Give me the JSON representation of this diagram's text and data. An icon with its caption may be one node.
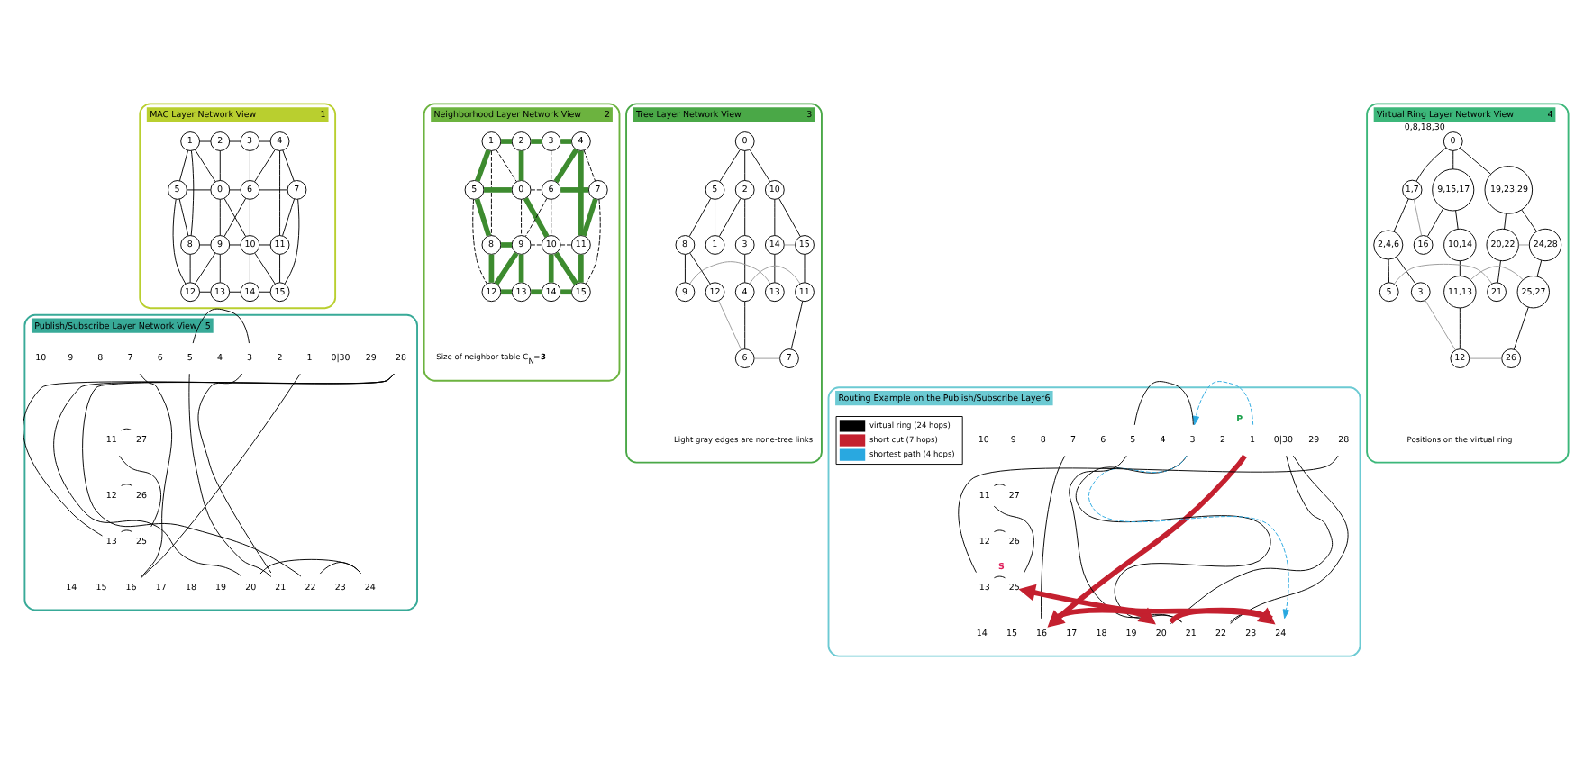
{
  "diagram": {
    "nodes": [
      {
        "text": [
          "MAC Layer Network View",
          "1"
        ]
      },
      {
        "text": [
          "0"
        ],
        "in": 0
      },
      {
        "text": [
          "1"
        ],
        "in": 0
      },
      {
        "text": [
          "2"
        ],
        "in": 0
      },
      {
        "text": [
          "3"
        ],
        "in": 0
      },
      {
        "text": [
          "4"
        ],
        "in": 0
      },
      {
        "text": [
          "5"
        ],
        "in": 0
      },
      {
        "text": [
          "6"
        ],
        "in": 0
      },
      {
        "text": [
          "7"
        ],
        "in": 0
      },
      {
        "text": [
          "8"
        ],
        "in": 0
      },
      {
        "text": [
          "9"
        ],
        "in": 0
      },
      {
        "text": [
          "10"
        ],
        "in": 0
      },
      {
        "text": [
          "11"
        ],
        "in": 0
      },
      {
        "text": [
          "12"
        ],
        "in": 0
      },
      {
        "text": [
          "13"
        ],
        "in": 0
      },
      {
        "text": [
          "14"
        ],
        "in": 0
      },
      {
        "text": [
          "15"
        ],
        "in": 0
      },
      {
        "text": [
          "Neighborhood Layer Network View",
          "2",
          "Size of neighbor table C$_{N}$=**3**"
        ]
      },
      {
        "text": [
          "0"
        ],
        "in": 17
      },
      {
        "text": [
          "1"
        ],
        "in": 17
      },
      {
        "text": [
          "2"
        ],
        "in": 17
      },
      {
        "text": [
          "3"
        ],
        "in": 17
      },
      {
        "text": [
          "4"
        ],
        "in": 17
      },
      {
        "text": [
          "5"
        ],
        "in": 17
      },
      {
        "text": [
          "6"
        ],
        "in": 17
      },
      {
        "text": [
          "7"
        ],
        "in": 17
      },
      {
        "text": [
          "8"
        ],
        "in": 17
      },
      {
        "text": [
          "9"
        ],
        "in": 17
      },
      {
        "text": [
          "10"
        ],
        "in": 17
      },
      {
        "text": [
          "11"
        ],
        "in": 17
      },
      {
        "text": [
          "12"
        ],
        "in": 17
      },
      {
        "text": [
          "13"
        ],
        "in": 17
      },
      {
        "text": [
          "14"
        ],
        "in": 17
      },
      {
        "text": [
          "15"
        ],
        "in": 17
      },
      {
        "text": [
          "Tree Layer Network View",
          "3",
          "Light gray edges are none-tree links"
        ]
      },
      {
        "text": [
          "0"
        ],
        "in": 34
      },
      {
        "text": [
          "5"
        ],
        "in": 34
      },
      {
        "text": [
          "2"
        ],
        "in": 34
      },
      {
        "text": [
          "10"
        ],
        "in": 34
      },
      {
        "text": [
          "8"
        ],
        "in": 34
      },
      {
        "text": [
          "3"
        ],
        "in": 34
      },
      {
        "text": [
          "1"
        ],
        "in": 34
      },
      {
        "text": [
          "14"
        ],
        "in": 34
      },
      {
        "text": [
          "15"
        ],
        "in": 34
      },
      {
        "text": [
          "12"
        ],
        "in": 34
      },
      {
        "text": [
          "9"
        ],
        "in": 34
      },
      {
        "text": [
          "4"
        ],
        "in": 34
      },
      {
        "text": [
          "13"
        ],
        "in": 34
      },
      {
        "text": [
          "11"
        ],
        "in": 34
      },
      {
        "text": [
          "6"
        ],
        "in": 34
      },
      {
        "text": [
          "7"
        ],
        "in": 34
      },
      {
        "text": [
          "Virtual Ring Layer Network View",
          "4",
          "Positions on the virtual ring"
        ]
      },
      {
        "text": [
          "0"
        ],
        "in": 51,
        "beside": [
          "0,8,18,30"
        ]
      },
      {
        "text": [
          "1,7"
        ],
        "in": 51
      },
      {
        "text": [
          "9,15,17"
        ],
        "in": 51
      },
      {
        "text": [
          "19,23,29"
        ],
        "in": 51
      },
      {
        "text": [
          "2,4,6"
        ],
        "in": 51
      },
      {
        "text": [
          "10,14"
        ],
        "in": 51
      },
      {
        "text": [
          "16"
        ],
        "in": 51
      },
      {
        "text": [
          "20,22"
        ],
        "in": 51
      },
      {
        "text": [
          "24,28"
        ],
        "in": 51
      },
      {
        "text": [
          "3"
        ],
        "in": 51
      },
      {
        "text": [
          "5"
        ],
        "in": 51
      },
      {
        "text": [
          "11,13"
        ],
        "in": 51
      },
      {
        "text": [
          "21"
        ],
        "in": 51
      },
      {
        "text": [
          "25,27"
        ],
        "in": 51
      },
      {
        "text": [
          "12"
        ],
        "in": 51
      },
      {
        "text": [
          "26"
        ],
        "in": 51
      },
      {
        "text": [
          "Publish/Subscribe Layer Network View",
          "5"
        ]
      },
      {
        "text": [
          "0|30"
        ],
        "in": 68
      },
      {
        "text": [
          "1"
        ],
        "in": 68
      },
      {
        "text": [
          "2"
        ],
        "in": 68
      },
      {
        "text": [
          "3"
        ],
        "in": 68
      },
      {
        "text": [
          "4"
        ],
        "in": 68
      },
      {
        "text": [
          "5"
        ],
        "in": 68
      },
      {
        "text": [
          "6"
        ],
        "in": 68
      },
      {
        "text": [
          "7"
        ],
        "in": 68
      },
      {
        "text": [
          "8"
        ],
        "in": 68
      },
      {
        "text": [
          "9"
        ],
        "in": 68
      },
      {
        "text": [
          "10"
        ],
        "in": 68
      },
      {
        "text": [
          "11"
        ],
        "in": 68
      },
      {
        "text": [
          "12"
        ],
        "in": 68
      },
      {
        "text": [
          "13"
        ],
        "in": 68
      },
      {
        "text": [
          "14"
        ],
        "in": 68
      },
      {
        "text": [
          "15"
        ],
        "in": 68
      },
      {
        "text": [
          "16"
        ],
        "in": 68
      },
      {
        "text": [
          "17"
        ],
        "in": 68
      },
      {
        "text": [
          "18"
        ],
        "in": 68
      },
      {
        "text": [
          "19"
        ],
        "in": 68
      },
      {
        "text": [
          "20"
        ],
        "in": 68
      },
      {
        "text": [
          "21"
        ],
        "in": 68
      },
      {
        "text": [
          "22"
        ],
        "in": 68
      },
      {
        "text": [
          "23"
        ],
        "in": 68
      },
      {
        "text": [
          "24"
        ],
        "in": 68
      },
      {
        "text": [
          "25"
        ],
        "in": 68
      },
      {
        "text": [
          "26"
        ],
        "in": 68
      },
      {
        "text": [
          "27"
        ],
        "in": 68
      },
      {
        "text": [
          "28"
        ],
        "in": 68
      },
      {
        "text": [
          "29"
        ],
        "in": 68
      },
      {
        "text": [
          "Routing Example on the Publish/Subscribe Layer",
          "6"
        ]
      },
      {
        "text": [
          "0|30"
        ],
        "in": 99
      },
      {
        "text": [
          "1"
        ],
        "in": 99,
        "beside": [
          "P"
        ]
      },
      {
        "text": [
          "2"
        ],
        "in": 99
      },
      {
        "text": [
          "3"
        ],
        "in": 99
      },
      {
        "text": [
          "4"
        ],
        "in": 99
      },
      {
        "text": [
          "5"
        ],
        "in": 99
      },
      {
        "text": [
          "6"
        ],
        "in": 99
      },
      {
        "text": [
          "7"
        ],
        "in": 99
      },
      {
        "text": [
          "8"
        ],
        "in": 99
      },
      {
        "text": [
          "9"
        ],
        "in": 99
      },
      {
        "text": [
          "10"
        ],
        "in": 99
      },
      {
        "text": [
          "11"
        ],
        "in": 99
      },
      {
        "text": [
          "12"
        ],
        "in": 99
      },
      {
        "text": [
          "13"
        ],
        "in": 99
      },
      {
        "text": [
          "14"
        ],
        "in": 99
      },
      {
        "text": [
          "15"
        ],
        "in": 99
      },
      {
        "text": [
          "16"
        ],
        "in": 99
      },
      {
        "text": [
          "17"
        ],
        "in": 99
      },
      {
        "text": [
          "18"
        ],
        "in": 99
      },
      {
        "text": [
          "19"
        ],
        "in": 99
      },
      {
        "text": [
          "20"
        ],
        "in": 99
      },
      {
        "text": [
          "21"
        ],
        "in": 99
      },
      {
        "text": [
          "22"
        ],
        "in": 99
      },
      {
        "text": [
          "23"
        ],
        "in": 99
      },
      {
        "text": [
          "24"
        ],
        "in": 99
      },
      {
        "text": [
          "25"
        ],
        "in": 99,
        "beside": [
          "S"
        ]
      },
      {
        "text": [
          "26"
        ],
        "in": 99
      },
      {
        "text": [
          "27"
        ],
        "in": 99
      },
      {
        "text": [
          "28"
        ],
        "in": 99
      },
      {
        "text": [
          "29"
        ],
        "in": 99
      }
    ],
    "edges": [
      {
        "from": 2,
        "to": 3,
        "arrow": "none"
      },
      {
        "from": 3,
        "to": 4,
        "arrow": "none"
      },
      {
        "from": 4,
        "to": 5,
        "arrow": "none"
      },
      {
        "from": 2,
        "to": 6,
        "arrow": "none"
      },
      {
        "from": 2,
        "to": 1,
        "arrow": "none"
      },
      {
        "from": 3,
        "to": 1,
        "arrow": "none"
      },
      {
        "from": 4,
        "to": 7,
        "arrow": "none"
      },
      {
        "from": 5,
        "to": 7,
        "arrow": "none"
      },
      {
        "from": 5,
        "to": 8,
        "arrow": "none"
      },
      {
        "from": 6,
        "to": 1,
        "arrow": "none"
      },
      {
        "from": 1,
        "to": 7,
        "arrow": "none"
      },
      {
        "from": 7,
        "to": 8,
        "arrow": "none"
      },
      {
        "from": 6,
        "to": 9,
        "arrow": "none"
      },
      {
        "from": 1,
        "to": 10,
        "arrow": "none"
      },
      {
        "from": 1,
        "to": 11,
        "arrow": "none"
      },
      {
        "from": 7,
        "to": 10,
        "arrow": "none"
      },
      {
        "from": 7,
        "to": 11,
        "arrow": "none"
      },
      {
        "from": 8,
        "to": 12,
        "arrow": "none"
      },
      {
        "from": 9,
        "to": 10,
        "arrow": "none"
      },
      {
        "from": 10,
        "to": 11,
        "arrow": "none"
      },
      {
        "from": 11,
        "to": 12,
        "arrow": "none"
      },
      {
        "from": 9,
        "to": 13,
        "arrow": "none"
      },
      {
        "from": 10,
        "to": 13,
        "arrow": "none"
      },
      {
        "from": 10,
        "to": 14,
        "arrow": "none"
      },
      {
        "from": 11,
        "to": 15,
        "arrow": "none"
      },
      {
        "from": 11,
        "to": 16,
        "arrow": "none"
      },
      {
        "from": 12,
        "to": 16,
        "arrow": "none"
      },
      {
        "from": 13,
        "to": 14,
        "arrow": "none"
      },
      {
        "from": 14,
        "to": 15,
        "arrow": "none"
      },
      {
        "from": 15,
        "to": 16,
        "arrow": "none"
      },
      {
        "from": 2,
        "to": 9,
        "arrow": "none"
      },
      {
        "from": 6,
        "to": 13,
        "arrow": "none"
      },
      {
        "from": 5,
        "to": 12,
        "arrow": "none"
      },
      {
        "from": 8,
        "to": 16,
        "arrow": "none"
      },
      {
        "from": 19,
        "to": 20,
        "arrow": "none",
        "style": "thick",
        "color": "#3d8b2f"
      },
      {
        "from": 20,
        "to": 21,
        "arrow": "none",
        "style": "thick",
        "color": "#3d8b2f"
      },
      {
        "from": 21,
        "to": 22,
        "arrow": "none",
        "style": "thick",
        "color": "#3d8b2f"
      },
      {
        "from": 19,
        "to": 23,
        "arrow": "none",
        "style": "thick",
        "color": "#3d8b2f"
      },
      {
        "from": 20,
        "to": 18,
        "arrow": "none",
        "style": "thick",
        "color": "#3d8b2f"
      },
      {
        "from": 22,
        "to": 24,
        "arrow": "none",
        "style": "thick",
        "color": "#3d8b2f"
      },
      {
        "from": 23,
        "to": 18,
        "arrow": "none",
        "style": "thick",
        "color": "#3d8b2f"
      },
      {
        "from": 24,
        "to": 25,
        "arrow": "none",
        "style": "thick",
        "color": "#3d8b2f"
      },
      {
        "from": 18,
        "to": 28,
        "arrow": "none",
        "style": "thick",
        "color": "#3d8b2f"
      },
      {
        "from": 23,
        "to": 26,
        "arrow": "none",
        "style": "thick",
        "color": "#3d8b2f"
      },
      {
        "from": 25,
        "to": 29,
        "arrow": "none",
        "style": "thick",
        "color": "#3d8b2f"
      },
      {
        "from": 26,
        "to": 27,
        "arrow": "none",
        "style": "thick",
        "color": "#3d8b2f"
      },
      {
        "from": 27,
        "to": 30,
        "arrow": "none",
        "style": "thick",
        "color": "#3d8b2f"
      },
      {
        "from": 27,
        "to": 31,
        "arrow": "none",
        "style": "thick",
        "color": "#3d8b2f"
      },
      {
        "from": 28,
        "to": 32,
        "arrow": "none",
        "style": "thick",
        "color": "#3d8b2f"
      },
      {
        "from": 28,
        "to": 33,
        "arrow": "none",
        "style": "thick",
        "color": "#3d8b2f"
      },
      {
        "from": 29,
        "to": 33,
        "arrow": "none",
        "style": "thick",
        "color": "#3d8b2f"
      },
      {
        "from": 30,
        "to": 31,
        "arrow": "none",
        "style": "thick",
        "color": "#3d8b2f"
      },
      {
        "from": 31,
        "to": 32,
        "arrow": "none",
        "style": "thick",
        "color": "#3d8b2f"
      },
      {
        "from": 32,
        "to": 33,
        "arrow": "none",
        "style": "thick",
        "color": "#3d8b2f"
      },
      {
        "from": 26,
        "to": 30,
        "arrow": "none",
        "style": "thick",
        "color": "#3d8b2f"
      },
      {
        "from": 22,
        "to": 29,
        "arrow": "none",
        "style": "thick",
        "color": "#3d8b2f"
      },
      {
        "from": 19,
        "to": 18,
        "arrow": "none",
        "style": "dashed"
      },
      {
        "from": 21,
        "to": 24,
        "arrow": "none",
        "style": "dashed"
      },
      {
        "from": 22,
        "to": 25,
        "arrow": "none",
        "style": "dashed"
      },
      {
        "from": 18,
        "to": 24,
        "arrow": "none",
        "style": "dashed"
      },
      {
        "from": 18,
        "to": 27,
        "arrow": "none",
        "style": "dashed"
      },
      {
        "from": 24,
        "to": 27,
        "arrow": "none",
        "style": "dashed"
      },
      {
        "from": 24,
        "to": 28,
        "arrow": "none",
        "style": "dashed"
      },
      {
        "from": 27,
        "to": 28,
        "arrow": "none",
        "style": "dashed"
      },
      {
        "from": 28,
        "to": 29,
        "arrow": "none",
        "style": "dashed"
      },
      {
        "from": 19,
        "to": 26,
        "arrow": "none",
        "style": "dashed"
      },
      {
        "from": 23,
        "to": 30,
        "arrow": "none",
        "style": "dashed"
      },
      {
        "from": 25,
        "to": 33,
        "arrow": "none",
        "style": "dashed"
      },
      {
        "from": 35,
        "to": 36,
        "arrow": "none"
      },
      {
        "from": 35,
        "to": 37,
        "arrow": "none"
      },
      {
        "from": 35,
        "to": 38,
        "arrow": "none"
      },
      {
        "from": 36,
        "to": 39,
        "arrow": "none"
      },
      {
        "from": 37,
        "to": 40,
        "arrow": "none"
      },
      {
        "from": 37,
        "to": 41,
        "arrow": "none"
      },
      {
        "from": 38,
        "to": 42,
        "arrow": "none"
      },
      {
        "from": 38,
        "to": 43,
        "arrow": "none"
      },
      {
        "from": 39,
        "to": 44,
        "arrow": "none"
      },
      {
        "from": 39,
        "to": 45,
        "arrow": "none"
      },
      {
        "from": 40,
        "to": 46,
        "arrow": "none"
      },
      {
        "from": 42,
        "to": 47,
        "arrow": "none"
      },
      {
        "from": 43,
        "to": 48,
        "arrow": "none"
      },
      {
        "from": 46,
        "to": 49,
        "arrow": "none"
      },
      {
        "from": 48,
        "to": 50,
        "arrow": "none"
      },
      {
        "from": 36,
        "to": 41,
        "arrow": "none",
        "color": "#999999"
      },
      {
        "from": 42,
        "to": 43,
        "arrow": "none",
        "color": "#999999"
      },
      {
        "from": 46,
        "to": 48,
        "arrow": "none",
        "color": "#999999"
      },
      {
        "from": 44,
        "to": 49,
        "arrow": "none",
        "color": "#999999"
      },
      {
        "from": 45,
        "to": 47,
        "arrow": "none",
        "color": "#999999"
      },
      {
        "from": 49,
        "to": 50,
        "arrow": "none",
        "color": "#999999"
      },
      {
        "from": 52,
        "to": 53,
        "arrow": "none"
      },
      {
        "from": 52,
        "to": 54,
        "arrow": "none"
      },
      {
        "from": 52,
        "to": 55,
        "arrow": "none"
      },
      {
        "from": 53,
        "to": 56,
        "arrow": "none"
      },
      {
        "from": 54,
        "to": 57,
        "arrow": "none"
      },
      {
        "from": 54,
        "to": 58,
        "arrow": "none"
      },
      {
        "from": 55,
        "to": 59,
        "arrow": "none"
      },
      {
        "from": 55,
        "to": 60,
        "arrow": "none"
      },
      {
        "from": 56,
        "to": 61,
        "arrow": "none"
      },
      {
        "from": 56,
        "to": 62,
        "arrow": "none"
      },
      {
        "from": 57,
        "to": 63,
        "arrow": "none"
      },
      {
        "from": 59,
        "to": 64,
        "arrow": "none"
      },
      {
        "from": 60,
        "to": 65,
        "arrow": "none"
      },
      {
        "from": 63,
        "to": 66,
        "arrow": "none"
      },
      {
        "from": 65,
        "to": 67,
        "arrow": "none"
      },
      {
        "from": 53,
        "to": 58,
        "arrow": "none",
        "color": "#999999"
      },
      {
        "from": 59,
        "to": 60,
        "arrow": "none",
        "color": "#999999"
      },
      {
        "from": 63,
        "to": 65,
        "arrow": "none",
        "color": "#999999"
      },
      {
        "from": 61,
        "to": 66,
        "arrow": "none",
        "color": "#999999"
      },
      {
        "from": 62,
        "to": 64,
        "arrow": "none",
        "color": "#999999"
      },
      {
        "from": 66,
        "to": 67,
        "arrow": "none",
        "color": "#999999"
      },
      {
        "from": 74,
        "to": 72,
        "arrow": "none"
      },
      {
        "from": 74,
        "to": 90,
        "arrow": "none"
      },
      {
        "from": 72,
        "to": 90,
        "arrow": "none"
      },
      {
        "from": 70,
        "to": 85,
        "arrow": "none"
      },
      {
        "from": 76,
        "to": 85,
        "arrow": "none"
      },
      {
        "from": 80,
        "to": 96,
        "arrow": "none"
      },
      {
        "from": 80,
        "to": 94,
        "arrow": "none"
      },
      {
        "from": 81,
        "to": 95,
        "arrow": "none"
      },
      {
        "from": 82,
        "to": 97,
        "arrow": "none"
      },
      {
        "from": 82,
        "to": 94,
        "arrow": "none"
      },
      {
        "from": 97,
        "to": 89,
        "arrow": "none"
      },
      {
        "from": 97,
        "to": 91,
        "arrow": "none"
      },
      {
        "from": 89,
        "to": 93,
        "arrow": "none"
      },
      {
        "from": 91,
        "to": 93,
        "arrow": "none"
      },
      {
        "from": 105,
        "to": 103,
        "arrow": "none"
      },
      {
        "from": 105,
        "to": 121,
        "arrow": "none"
      },
      {
        "from": 103,
        "to": 121,
        "arrow": "none"
      },
      {
        "from": 107,
        "to": 116,
        "arrow": "none"
      },
      {
        "from": 111,
        "to": 127,
        "arrow": "none"
      },
      {
        "from": 111,
        "to": 125,
        "arrow": "none"
      },
      {
        "from": 112,
        "to": 126,
        "arrow": "none"
      },
      {
        "from": 113,
        "to": 128,
        "arrow": "none"
      },
      {
        "from": 113,
        "to": 125,
        "arrow": "none"
      },
      {
        "from": 100,
        "to": 120,
        "arrow": "none"
      },
      {
        "from": 100,
        "to": 122,
        "arrow": "none"
      },
      {
        "from": 122,
        "to": 124,
        "arrow": "none"
      },
      {
        "from": 101,
        "to": 116,
        "arrow": "to",
        "style": "thick",
        "color": "#c4202f"
      },
      {
        "from": 116,
        "to": 120,
        "arrow": "to",
        "style": "thick",
        "color": "#c4202f"
      },
      {
        "from": 120,
        "to": 124,
        "arrow": "to",
        "style": "thick",
        "color": "#c4202f"
      },
      {
        "from": 124,
        "to": 125,
        "arrow": "to",
        "style": "thick",
        "color": "#c4202f"
      },
      {
        "from": 101,
        "to": 103,
        "arrow": "to",
        "style": "dashed",
        "color": "#29a8e0"
      },
      {
        "from": 103,
        "to": 124,
        "arrow": "to",
        "style": "dashed",
        "color": "#29a8e0"
      }
    ],
    "legend": [
      {
        "text": "virtual ring (24 hops)"
      },
      {
        "text": "short cut (7 hops)"
      },
      {
        "text": "shortest path (4 hops)"
      }
    ]
  }
}
